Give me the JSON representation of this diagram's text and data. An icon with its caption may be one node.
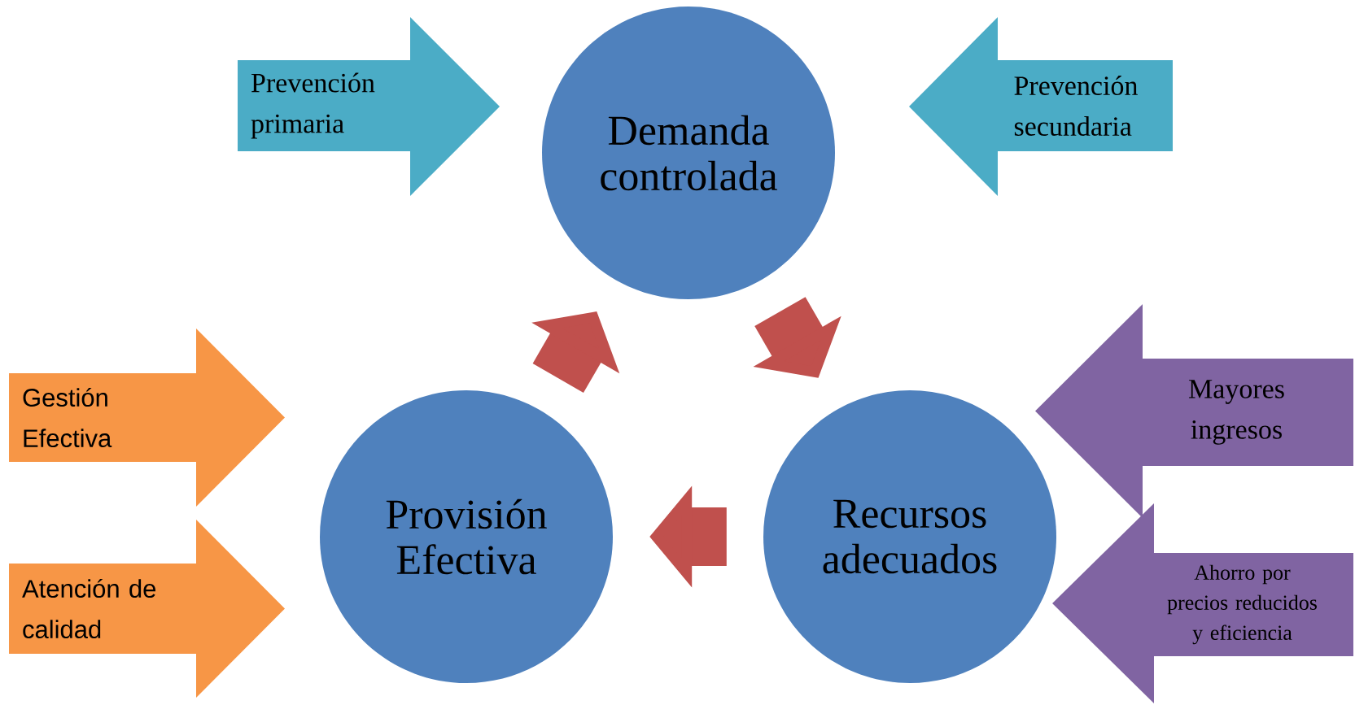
{
  "diagram": {
    "nodes": [
      {
        "text": [
          "Prevención primaria"
        ]
      },
      {
        "text": [
          "Demanda controlada"
        ]
      },
      {
        "text": [
          "Prevención secundaria"
        ]
      },
      {
        "text": [
          "Gestión Efectiva"
        ]
      },
      {
        "text": [
          "Provisión Efectiva"
        ]
      },
      {
        "text": [
          "Recursos adecuados"
        ]
      },
      {
        "text": [
          "Mayores ingresos"
        ]
      },
      {
        "text": [
          "Atención de calidad"
        ]
      },
      {
        "text": [
          "Ahorro por precios reducidos y eficiencia"
        ]
      }
    ],
    "edges": [
      {
        "from": 1,
        "to": 5,
        "arrow": "to"
      },
      {
        "from": 5,
        "to": 4,
        "arrow": "to"
      },
      {
        "from": 4,
        "to": 1,
        "arrow": "to"
      }
    ]
  }
}
